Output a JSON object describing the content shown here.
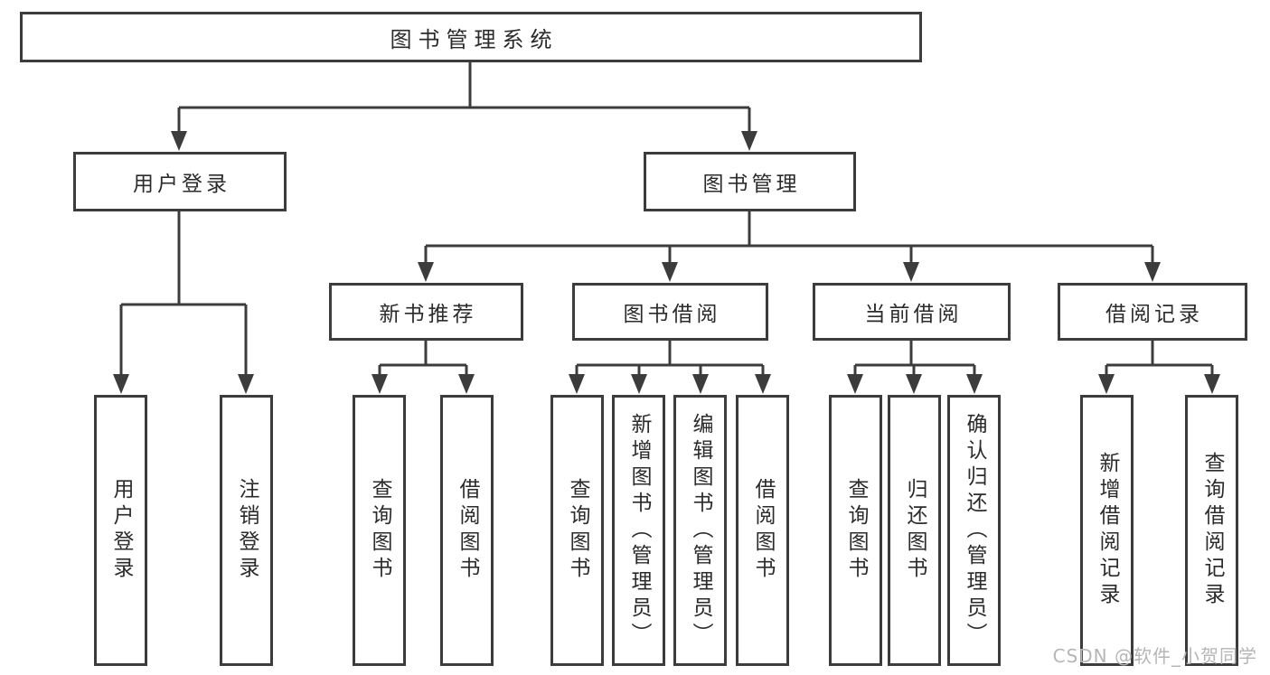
{
  "tree": {
    "root": "图书管理系统",
    "branches": [
      {
        "label": "用户登录",
        "leaves": [
          "用户登录",
          "注销登录"
        ]
      },
      {
        "label": "图书管理",
        "children": [
          {
            "label": "新书推荐",
            "leaves": [
              "查询图书",
              "借阅图书"
            ]
          },
          {
            "label": "图书借阅",
            "leaves": [
              "查询图书",
              "新增图书（管理员）",
              "编辑图书（管理员）",
              "借阅图书"
            ]
          },
          {
            "label": "当前借阅",
            "leaves": [
              "查询图书",
              "归还图书",
              "确认归还（管理员）"
            ]
          },
          {
            "label": "借阅记录",
            "leaves": [
              "新增借阅记录",
              "查询借阅记录"
            ]
          }
        ]
      }
    ]
  },
  "watermark": {
    "text": "CSDN @软件_小贺同学"
  },
  "colors": {
    "line": "#3c3c3c",
    "box_border": "#3c3c3c",
    "text": "#2b2b2b",
    "background": "#ffffff",
    "watermark": "#b6b6b6"
  }
}
